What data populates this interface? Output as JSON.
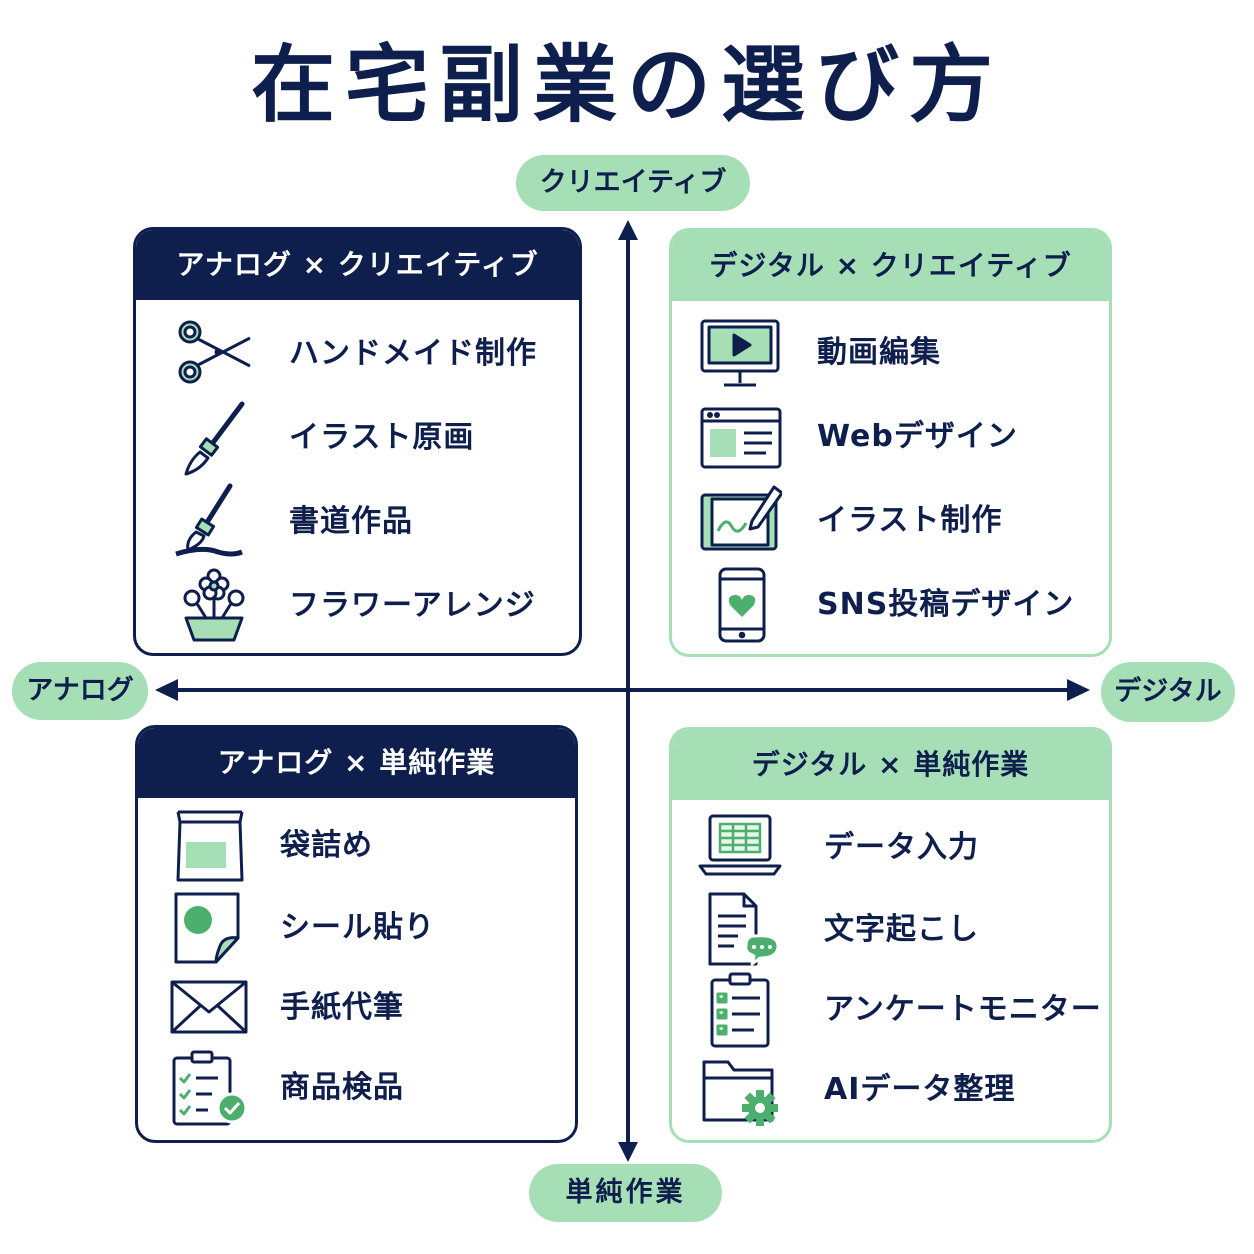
{
  "title": "在宅副業の選び方",
  "axes": {
    "top": "クリエイティブ",
    "bottom": "単純作業",
    "left": "アナログ",
    "right": "デジタル"
  },
  "quadrants": {
    "analog_creative": {
      "title": "アナログ × クリエイティブ",
      "items": [
        {
          "label": "ハンドメイド制作",
          "icon": "scissors-icon"
        },
        {
          "label": "イラスト原画",
          "icon": "paintbrush-icon"
        },
        {
          "label": "書道作品",
          "icon": "calligraphy-brush-icon"
        },
        {
          "label": "フラワーアレンジ",
          "icon": "flower-pot-icon"
        }
      ]
    },
    "digital_creative": {
      "title": "デジタル × クリエイティブ",
      "items": [
        {
          "label": "動画編集",
          "icon": "video-monitor-icon"
        },
        {
          "label": "Webデザイン",
          "icon": "browser-window-icon"
        },
        {
          "label": "イラスト制作",
          "icon": "pen-tablet-icon"
        },
        {
          "label": "SNS投稿デザイン",
          "icon": "smartphone-heart-icon"
        }
      ]
    },
    "analog_simple": {
      "title": "アナログ × 単純作業",
      "items": [
        {
          "label": "袋詰め",
          "icon": "bag-icon"
        },
        {
          "label": "シール貼り",
          "icon": "sticker-icon"
        },
        {
          "label": "手紙代筆",
          "icon": "envelope-icon"
        },
        {
          "label": "商品検品",
          "icon": "checklist-icon"
        }
      ]
    },
    "digital_simple": {
      "title": "デジタル × 単純作業",
      "items": [
        {
          "label": "データ入力",
          "icon": "laptop-spreadsheet-icon"
        },
        {
          "label": "文字起こし",
          "icon": "document-chat-icon"
        },
        {
          "label": "アンケートモニター",
          "icon": "clipboard-survey-icon"
        },
        {
          "label": "AIデータ整理",
          "icon": "folder-gear-icon"
        }
      ]
    }
  },
  "colors": {
    "navy": "#0f1f4d",
    "green": "#a6dfb6",
    "green_dark": "#4caf6e"
  }
}
